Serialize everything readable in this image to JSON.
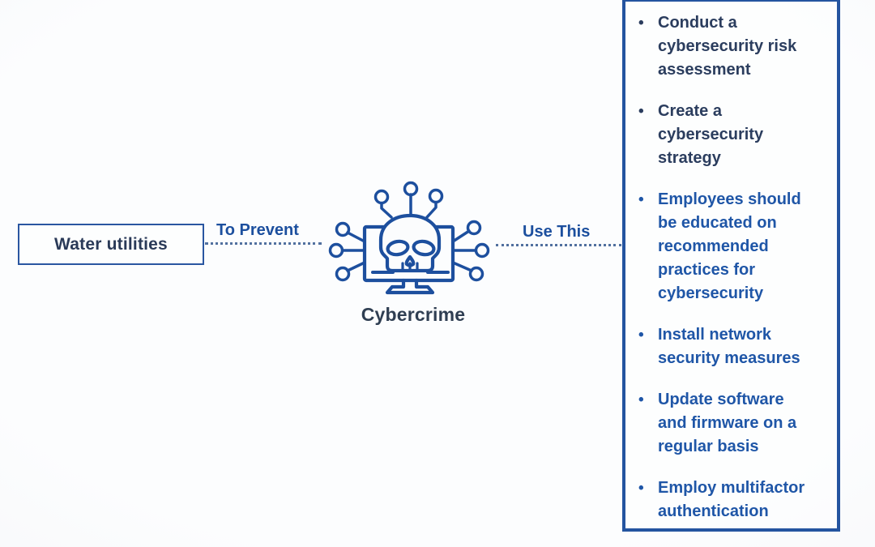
{
  "background": {
    "color": "#fbfcfd"
  },
  "colors": {
    "panel_border_blue": "#2454a0",
    "box_border_blue": "#2a56a1",
    "icon_blue": "#1d4f9e",
    "dark_navy_text": "#2b3d5e",
    "bright_blue_text": "#1f56a7",
    "flow_label_blue": "#1c4f9e",
    "caption_text": "#2f3e52",
    "dotted_line": "#51709f"
  },
  "source_box": {
    "label": "Water utilities"
  },
  "flow": {
    "left_label": "To Prevent",
    "right_label": "Use This"
  },
  "center": {
    "icon": "cybercrime-skull-monitor-icon",
    "caption": "Cybercrime"
  },
  "panel": {
    "bullet_char": "•",
    "items": [
      {
        "text": "Conduct a\ncybersecurity risk\nassessment",
        "color": "#2b3d5e"
      },
      {
        "text": "Create a\ncybersecurity\nstrategy",
        "color": "#2b3d5e"
      },
      {
        "text": "Employees should\nbe educated on\nrecommended\npractices for\ncybersecurity",
        "color": "#1f56a7"
      },
      {
        "text": "Install network\nsecurity measures",
        "color": "#1f56a7"
      },
      {
        "text": "Update software\nand firmware on a\nregular basis",
        "color": "#1f56a7"
      },
      {
        "text": "Employ multifactor\nauthentication",
        "color": "#1f56a7"
      }
    ]
  }
}
